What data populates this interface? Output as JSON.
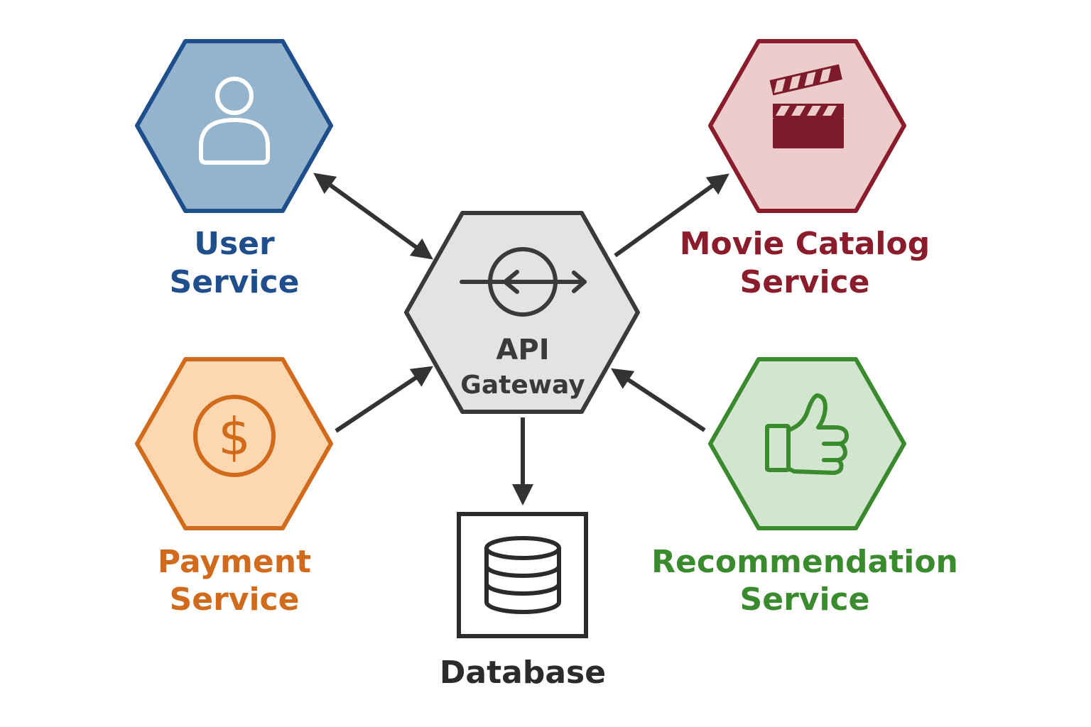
{
  "colors": {
    "user": {
      "stroke": "#1f4e8c",
      "fill": "#93b4cc",
      "text": "#1f4e8c",
      "icon": "#ffffff"
    },
    "movie": {
      "stroke": "#8a1c2b",
      "fill": "#eccdcb",
      "text": "#8a1c2b",
      "icon": "#7d1b2a"
    },
    "payment": {
      "stroke": "#d26a1b",
      "fill": "#fcd7b0",
      "text": "#d26a1b",
      "icon": "#d26a1b"
    },
    "recommendation": {
      "stroke": "#3a8a2e",
      "fill": "#d2e5cf",
      "text": "#3a8a2e",
      "icon": "#3a8a2e"
    },
    "gateway": {
      "stroke": "#3a3a3a",
      "fill": "#e2e3e3",
      "text": "#3a3a3a",
      "icon": "#3a3a3a"
    },
    "database": {
      "stroke": "#2b2b2b",
      "fill": "#ffffff",
      "text": "#2b2b2b",
      "icon": "#2b2b2b"
    },
    "arrow": "#333333"
  },
  "nodes": {
    "user": {
      "line1": "User",
      "line2": "Service",
      "icon": "user-icon"
    },
    "movie": {
      "line1": "Movie Catalog",
      "line2": "Service",
      "icon": "clapperboard-icon"
    },
    "payment": {
      "line1": "Payment",
      "line2": "Service",
      "icon": "dollar-coin-icon"
    },
    "recommendation": {
      "line1": "Recommendation",
      "line2": "Service",
      "icon": "thumbs-up-icon"
    },
    "gateway": {
      "line1": "API",
      "line2": "Gateway",
      "icon": "bidirectional-arrow-icon"
    },
    "database": {
      "label": "Database",
      "icon": "database-icon"
    }
  },
  "edges": [
    {
      "from": "user",
      "to": "gateway",
      "direction": "both"
    },
    {
      "from": "gateway",
      "to": "movie",
      "direction": "forward"
    },
    {
      "from": "payment",
      "to": "gateway",
      "direction": "forward"
    },
    {
      "from": "recommendation",
      "to": "gateway",
      "direction": "forward"
    },
    {
      "from": "gateway",
      "to": "database",
      "direction": "forward"
    }
  ]
}
